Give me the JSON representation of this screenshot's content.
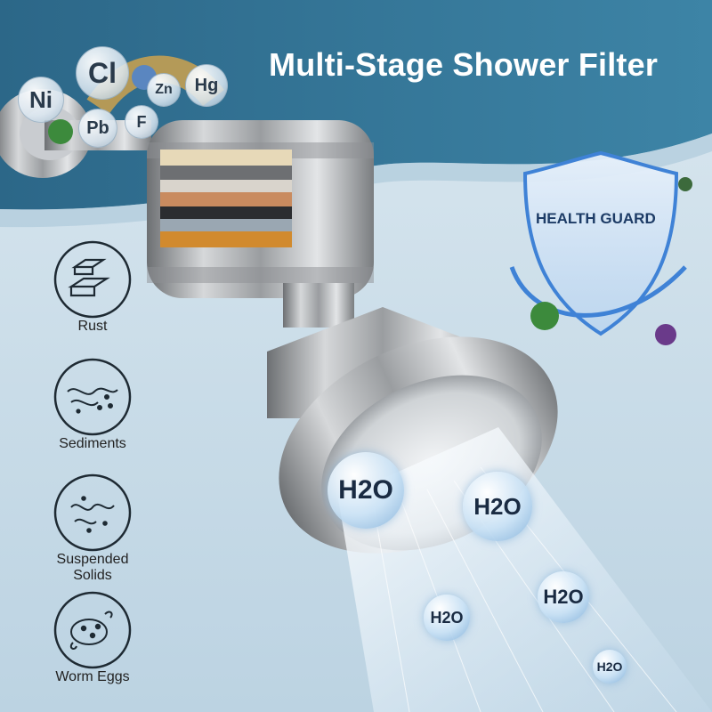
{
  "title": "Multi-Stage Shower Filter",
  "health_guard": "HEALTH GUARD",
  "elements": [
    "Ni",
    "Cl",
    "Zn",
    "Hg",
    "Pb",
    "F"
  ],
  "water_labels": [
    "H2O",
    "H2O",
    "H2O",
    "H2O",
    "H2O"
  ],
  "removes": [
    {
      "label": "Rust",
      "icon": "rust-bars-icon"
    },
    {
      "label": "Sediments",
      "icon": "sediments-icon"
    },
    {
      "label": "Suspended\nSolids",
      "icon": "suspended-solids-icon"
    },
    {
      "label": "Worm Eggs",
      "icon": "worm-eggs-icon"
    }
  ],
  "colors": {
    "banner": "#2e6f8e",
    "shield": "#3f82d6",
    "text_dark": "#1a2b42"
  }
}
